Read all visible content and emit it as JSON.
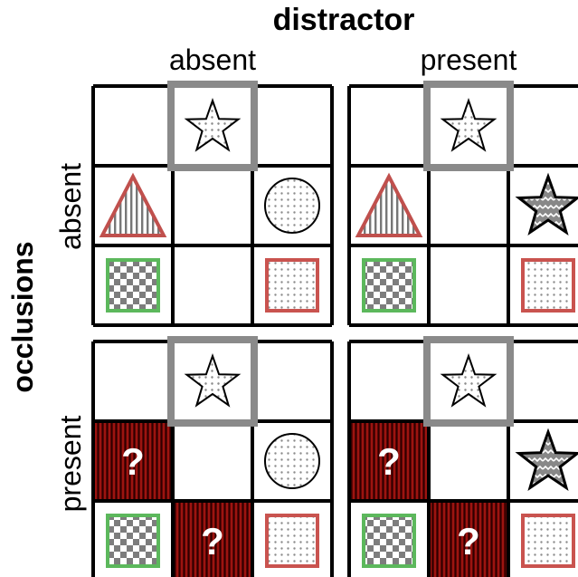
{
  "title": "distractor",
  "side_title": "occlusions",
  "columns": [
    {
      "label": "absent"
    },
    {
      "label": "present"
    }
  ],
  "rows": [
    {
      "label": "absent"
    },
    {
      "label": "present"
    }
  ],
  "occluder_mark": "?",
  "colors": {
    "grid": "#000000",
    "target_frame": "#8a8a8a",
    "triangle_outline": "#c0504d",
    "green_outline": "#5cb85c",
    "red_outline": "#c9534f",
    "occluder": "#7a0a08",
    "pattern_dots": "#8c8c8c",
    "zigzag_fill": "#888888"
  },
  "panels": [
    {
      "distractor": "absent",
      "occlusions": "absent",
      "cells": [
        "empty",
        "star-dotted-target",
        "empty",
        "triangle-striped",
        "empty",
        "circle-dotted",
        "square-checker",
        "empty",
        "square-dotted"
      ]
    },
    {
      "distractor": "present",
      "occlusions": "absent",
      "cells": [
        "empty",
        "star-dotted-target",
        "empty",
        "triangle-striped",
        "empty",
        "star-zigzag",
        "square-checker",
        "empty",
        "square-dotted"
      ]
    },
    {
      "distractor": "absent",
      "occlusions": "present",
      "cells": [
        "empty",
        "star-dotted-target",
        "empty",
        "occluder",
        "empty",
        "circle-dotted",
        "square-checker",
        "occluder",
        "square-dotted"
      ]
    },
    {
      "distractor": "present",
      "occlusions": "present",
      "cells": [
        "empty",
        "star-dotted-target",
        "empty",
        "occluder",
        "empty",
        "star-zigzag",
        "square-checker",
        "occluder",
        "square-dotted"
      ]
    }
  ]
}
